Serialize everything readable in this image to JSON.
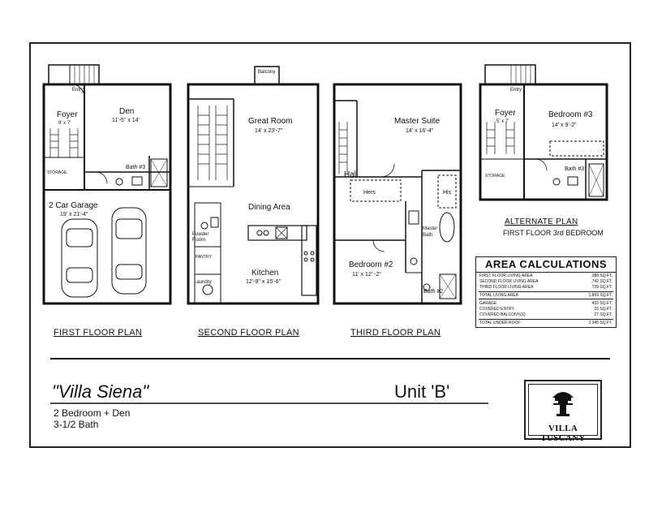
{
  "plans": [
    {
      "id": "first",
      "title": "FIRST FLOOR PLAN",
      "rooms": [
        {
          "name": "Foyer",
          "dim": "9' x 7'"
        },
        {
          "name": "Den",
          "dim": "11'-5\" x 14'"
        },
        {
          "name": "Bath #3",
          "dim": ""
        },
        {
          "name": "2 Car Garage",
          "dim": "19' x 21'-4\""
        },
        {
          "name": "Entry",
          "dim": ""
        },
        {
          "name": "STORAGE",
          "dim": ""
        }
      ]
    },
    {
      "id": "second",
      "title": "SECOND FLOOR PLAN",
      "rooms": [
        {
          "name": "Great Room",
          "dim": "14' x 23'-7\""
        },
        {
          "name": "Dining Area",
          "dim": ""
        },
        {
          "name": "Kitchen",
          "dim": "12'-9\" x 15'-6\""
        },
        {
          "name": "Powder Room",
          "dim": ""
        },
        {
          "name": "Laundry",
          "dim": ""
        },
        {
          "name": "Balcony",
          "dim": ""
        },
        {
          "name": "PANTRY",
          "dim": ""
        }
      ]
    },
    {
      "id": "third",
      "title": "THIRD FLOOR PLAN",
      "rooms": [
        {
          "name": "Master Suite",
          "dim": "14' x 16'-4\""
        },
        {
          "name": "Hall",
          "dim": ""
        },
        {
          "name": "Hers",
          "dim": ""
        },
        {
          "name": "His",
          "dim": ""
        },
        {
          "name": "Master Bath",
          "dim": ""
        },
        {
          "name": "Bedroom #2",
          "dim": "11' x 12' -2\""
        },
        {
          "name": "Bath #2",
          "dim": ""
        }
      ]
    },
    {
      "id": "alternate",
      "title": "ALTERNATE PLAN",
      "subtitle": "FIRST FLOOR 3rd BEDROOM",
      "rooms": [
        {
          "name": "Foyer",
          "dim": "5' x 7'"
        },
        {
          "name": "Bedroom #3",
          "dim": "14' x 9'-2\""
        },
        {
          "name": "Bath #3",
          "dim": ""
        },
        {
          "name": "Entry",
          "dim": ""
        },
        {
          "name": "STORAGE",
          "dim": ""
        }
      ]
    }
  ],
  "area": {
    "title": "AREA CALCULATIONS",
    "living": [
      {
        "label": "FIRST FLOOR LIVING AREA",
        "value": "388 SQ.FT."
      },
      {
        "label": "SECOND FLOOR LIVING AREA",
        "value": "742 SQ.FT."
      },
      {
        "label": "THIRD FLOOR LIVING AREA",
        "value": "739 SQ.FT."
      }
    ],
    "total_living": {
      "label": "TOTAL LIVING AREA",
      "value": "1,869 SQ.FT."
    },
    "other": [
      {
        "label": "GARAGE",
        "value": "433 SQ.FT."
      },
      {
        "label": "COVERED ENTRY",
        "value": "16 SQ.FT."
      },
      {
        "label": "COVERED BALCONY(S)",
        "value": "27 SQ.FT."
      }
    ],
    "total_roof": {
      "label": "TOTAL UNDER ROOF",
      "value": "2,345 SQ.FT."
    }
  },
  "project": {
    "name": "\"Villa Siena\"",
    "unit": "Unit 'B'",
    "line1": "2 Bedroom + Den",
    "line2": "3-1/2 Bath"
  },
  "logo": {
    "name": "VILLA TUSCANY"
  }
}
